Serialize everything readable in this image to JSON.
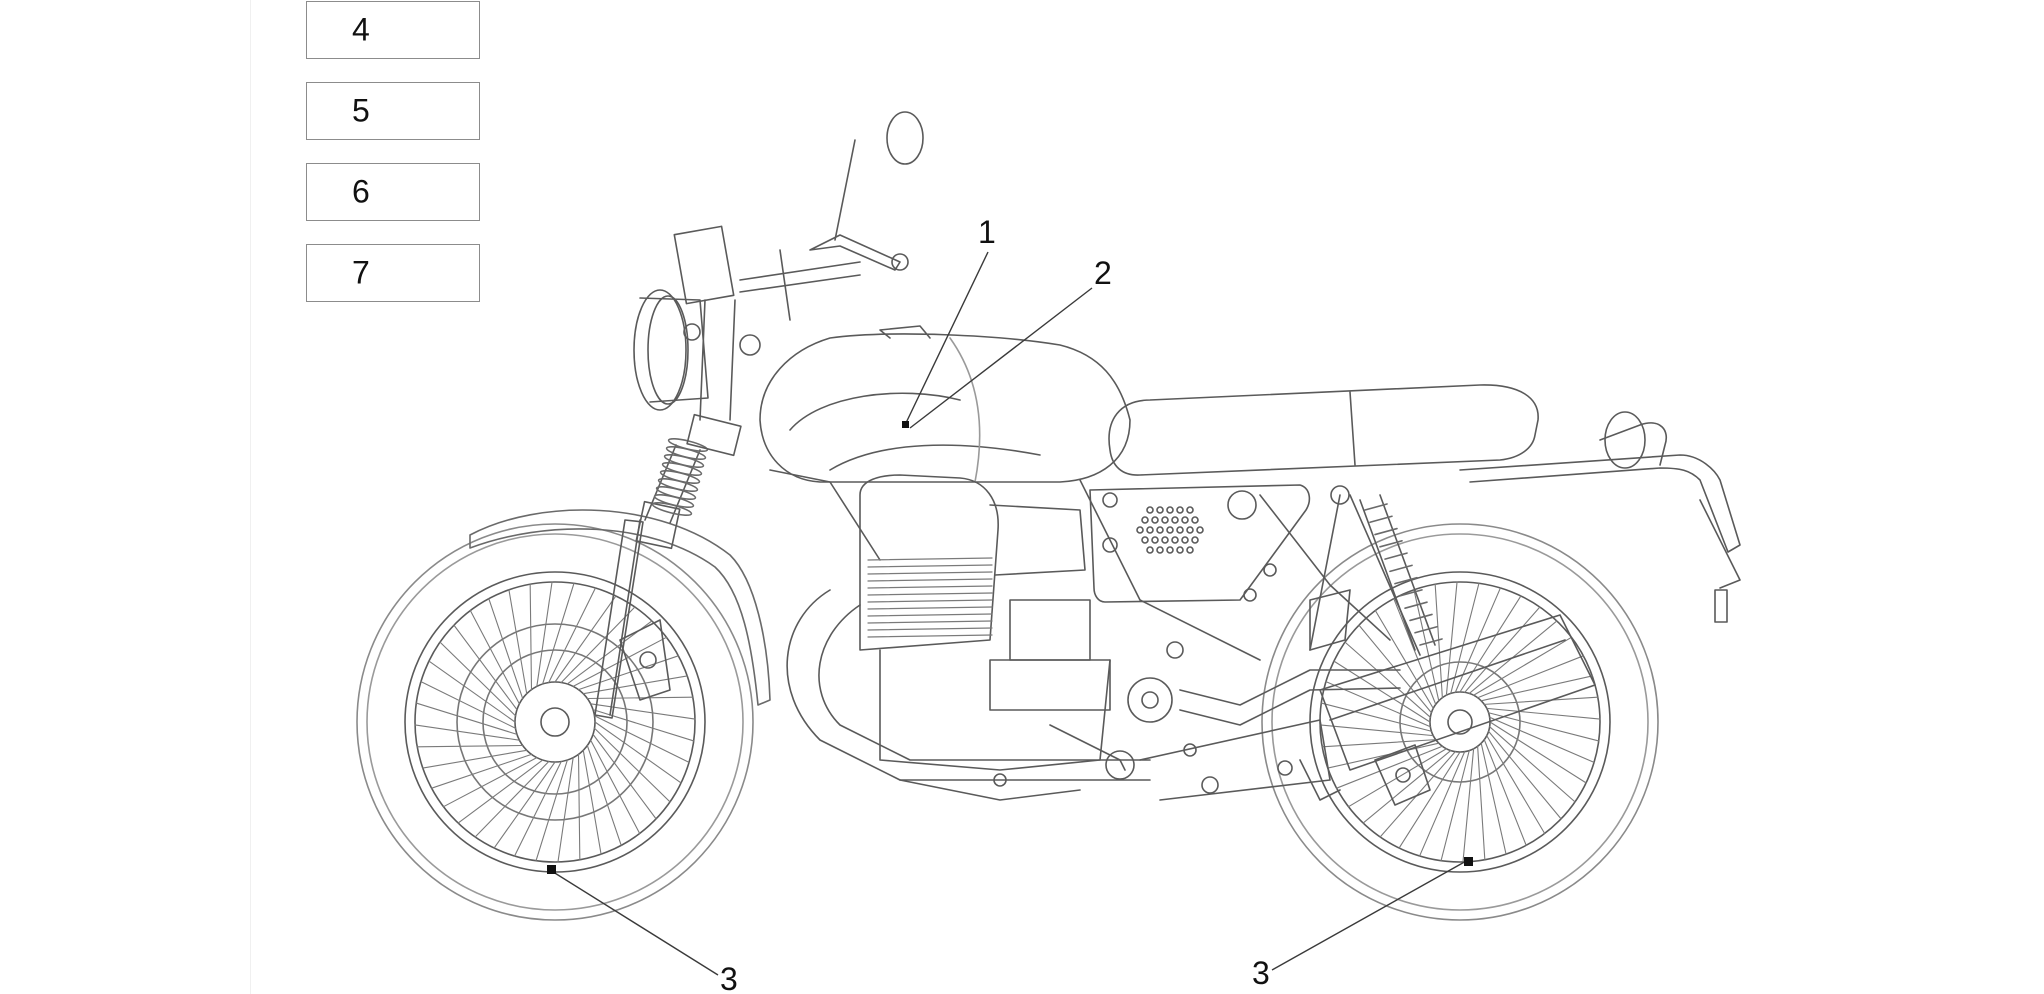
{
  "legend": {
    "items": [
      {
        "number": "4"
      },
      {
        "number": "5"
      },
      {
        "number": "6"
      },
      {
        "number": "7"
      }
    ]
  },
  "callouts": {
    "tank_top": "1",
    "tank_side": "2",
    "front_rim": "3",
    "rear_rim": "3"
  },
  "colors": {
    "line": "#5a5a5a",
    "light_line": "#9a9a9a",
    "leader": "#3a3a3a",
    "marker": "#111111"
  }
}
